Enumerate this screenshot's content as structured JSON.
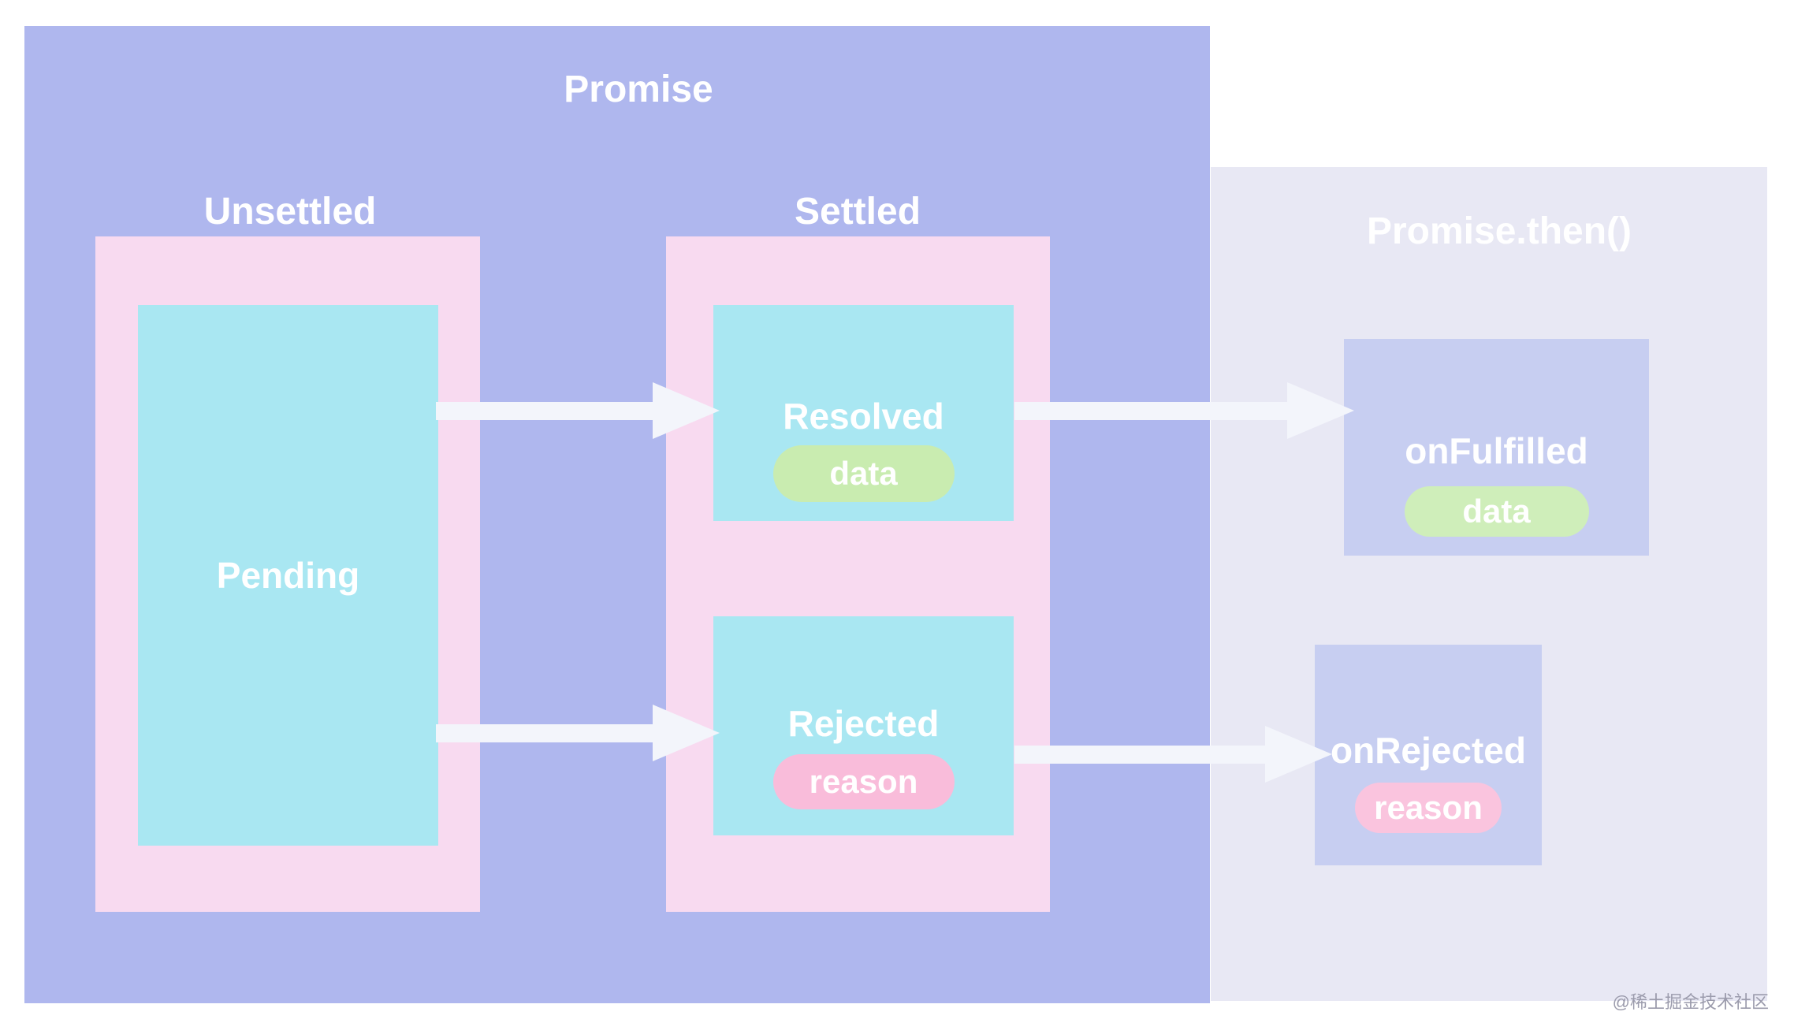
{
  "colors": {
    "canvas-bg": "#ffffff",
    "promise-bg": "#afb7ee",
    "section-bg": "#f8daf0",
    "state-bg": "#a9e7f2",
    "then-bg": "#e8e8f4",
    "handler-bg": "#c7cef1",
    "data-pill-bg": "#c9ecb0",
    "data-pill-panel-bg": "#cfeeba",
    "reason-pill-bg": "#f9bcda",
    "reason-pill-panel-bg": "#fac4de",
    "arrow": "#f3f5fb",
    "label-text": "#ffffff",
    "watermark-text": "#9b9bac"
  },
  "promise": {
    "title": "Promise",
    "unsettled": {
      "label": "Unsettled",
      "pending": {
        "label": "Pending"
      }
    },
    "settled": {
      "label": "Settled",
      "resolved": {
        "label": "Resolved",
        "payload": "data"
      },
      "rejected": {
        "label": "Rejected",
        "payload": "reason"
      }
    }
  },
  "then_panel": {
    "title": "Promise.then()",
    "on_fulfilled": {
      "label": "onFulfilled",
      "payload": "data"
    },
    "on_rejected": {
      "label": "onRejected",
      "payload": "reason"
    }
  },
  "connections": [
    {
      "from": "Pending",
      "to": "Resolved"
    },
    {
      "from": "Pending",
      "to": "Rejected"
    },
    {
      "from": "Resolved",
      "to": "onFulfilled"
    },
    {
      "from": "Rejected",
      "to": "onRejected"
    }
  ],
  "watermark": "@稀土掘金技术社区"
}
